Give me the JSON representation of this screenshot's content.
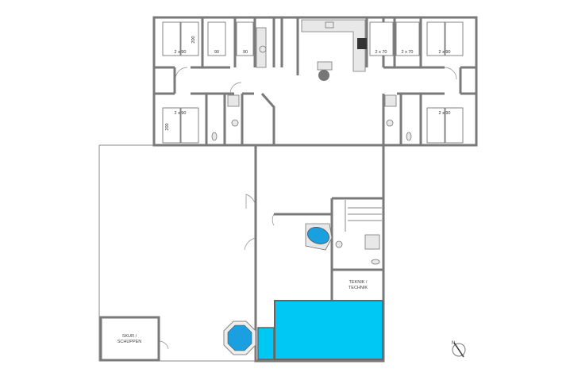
{
  "plan": {
    "bed_labels": {
      "double_90": "2 x 90",
      "single_90": "90",
      "double_70": "2 x 70",
      "length": "200"
    },
    "rooms": {
      "shed_line1": "SKUR /",
      "shed_line2": "SCHUPPEN",
      "tech_line1": "TEKNIK /",
      "tech_line2": "TECHNIK"
    },
    "compass": "N",
    "colors": {
      "pool": "#00c8f5",
      "spa": "#1aa0e0",
      "wall": "#7a7a7a"
    }
  }
}
